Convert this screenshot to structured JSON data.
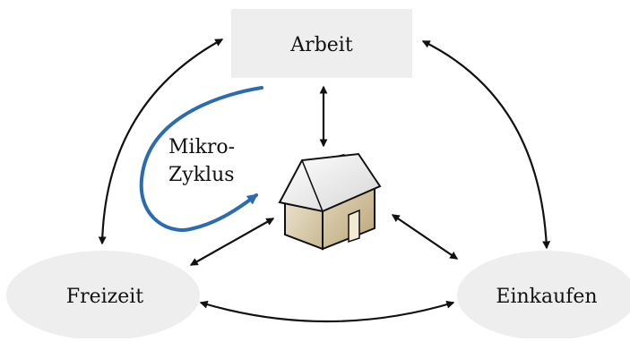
{
  "nodes": {
    "work": "Arbeit",
    "leisure": "Freizeit",
    "shopping": "Einkaufen"
  },
  "micro_cycle": {
    "line1": "Mikro-",
    "line2": "Zyklus"
  },
  "colors": {
    "node_fill": "#eeeeee",
    "arrow": "#111111",
    "cycle_arrow": "#2b6cb0",
    "house_wall": "#e7dcc4",
    "house_wall_shadow": "#cbbd9a",
    "house_roof": "#f4f4f4",
    "chimney": "#e46a77"
  },
  "icons": {
    "home": "house-icon"
  }
}
